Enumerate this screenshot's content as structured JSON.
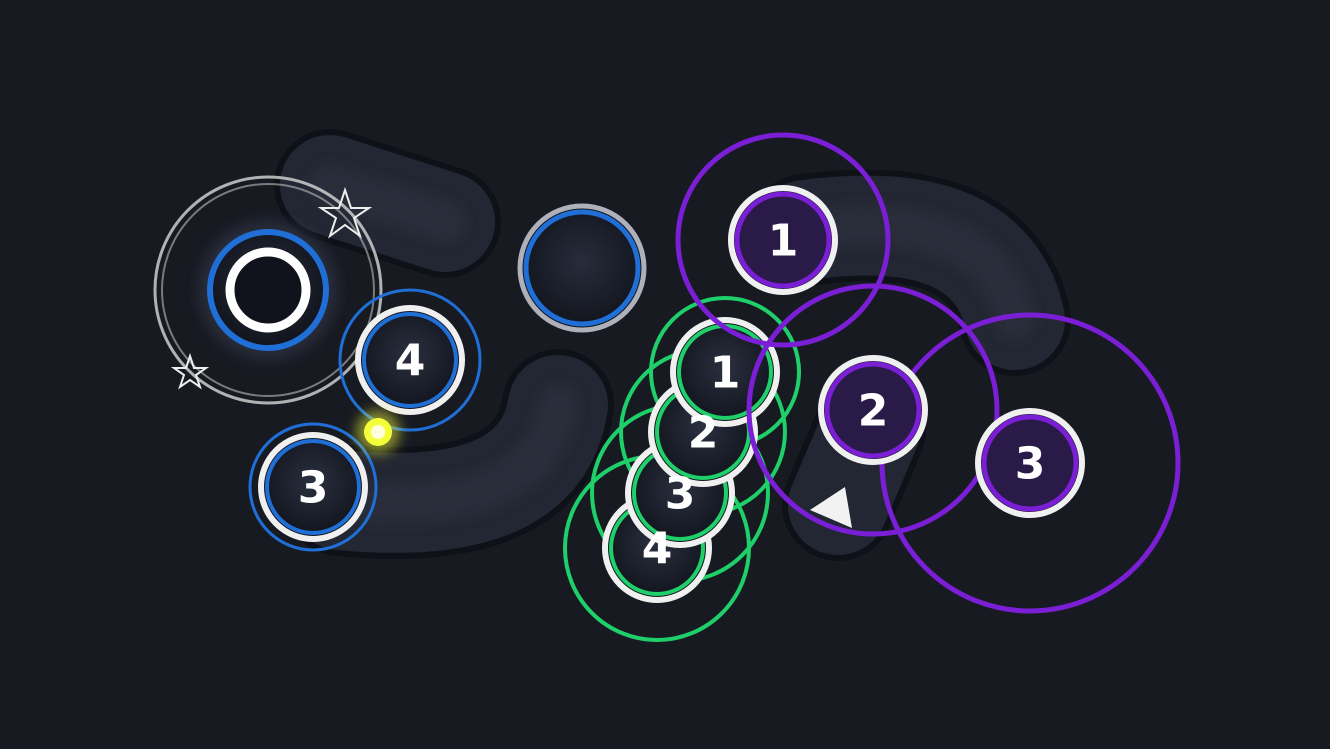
{
  "colors": {
    "background": "#181a22",
    "blue": "#1f6fd6",
    "green": "#1fd06a",
    "purple": "#7a1fd6",
    "cursor": "#f4ff3a"
  },
  "playfield": {
    "blue_group": {
      "combo": [
        "4",
        "3"
      ]
    },
    "green_group": {
      "combo": [
        "1",
        "2",
        "3",
        "4"
      ]
    },
    "purple_group": {
      "combo": [
        "1",
        "2",
        "3"
      ]
    }
  }
}
